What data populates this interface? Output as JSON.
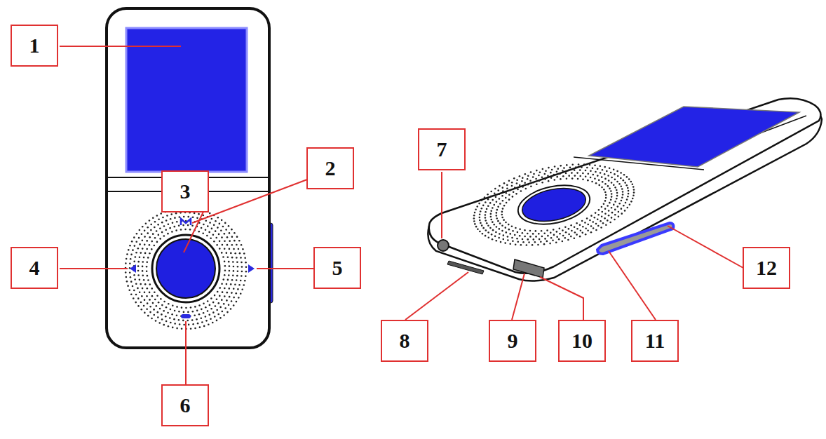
{
  "diagram": {
    "nodes": [
      {
        "text": [
          "1"
        ]
      },
      {
        "text": [
          "2"
        ]
      },
      {
        "text": [
          "3"
        ]
      },
      {
        "text": [
          "4"
        ]
      },
      {
        "text": [
          "5"
        ]
      },
      {
        "text": [
          "6"
        ]
      },
      {
        "text": [
          "7"
        ]
      },
      {
        "text": [
          "8"
        ]
      },
      {
        "text": [
          "9"
        ]
      },
      {
        "text": [
          "10"
        ]
      },
      {
        "text": [
          "11"
        ]
      },
      {
        "text": [
          "12"
        ]
      }
    ]
  }
}
